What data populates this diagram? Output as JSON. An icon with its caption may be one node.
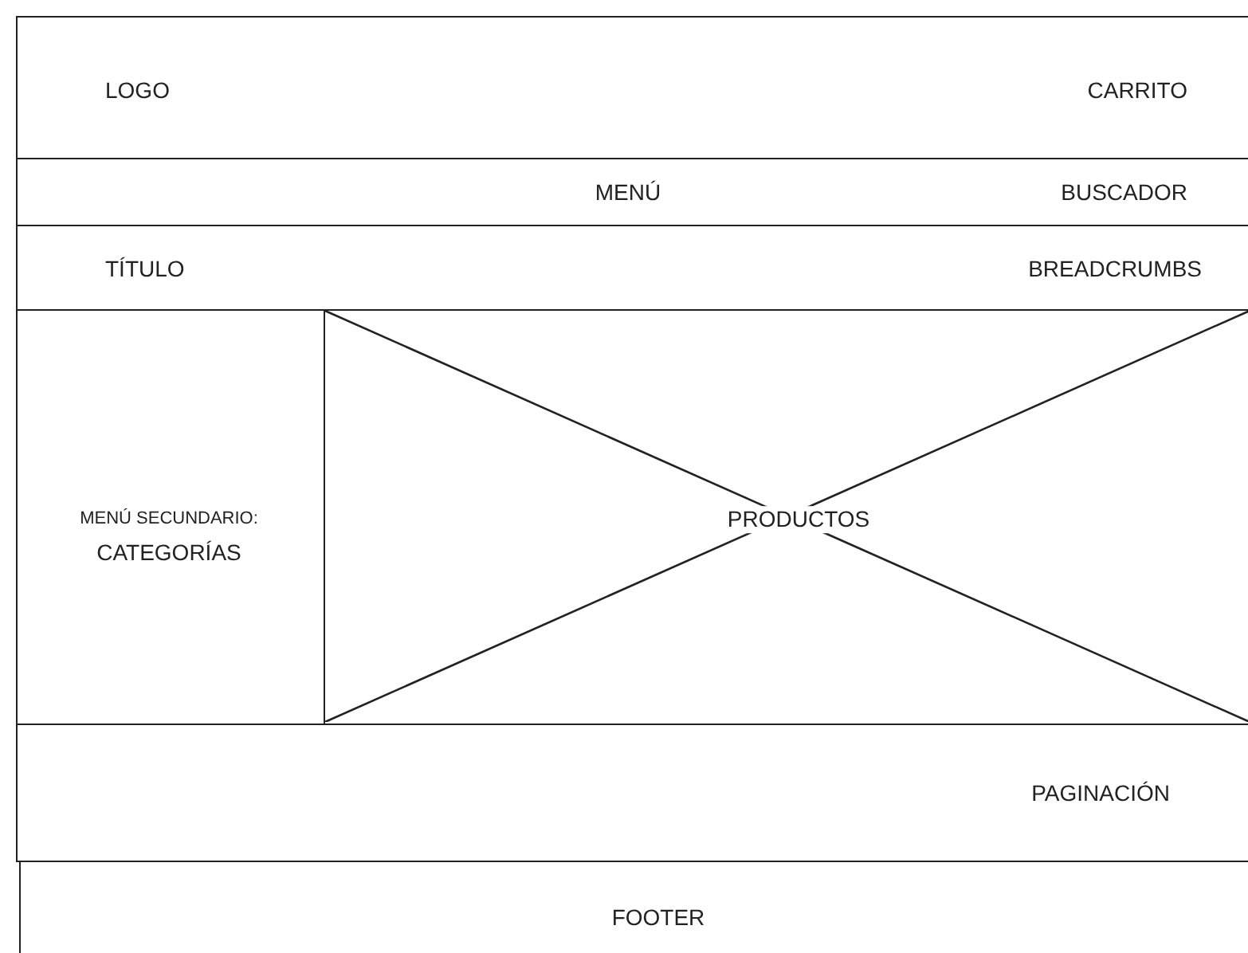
{
  "diagram": {
    "nodes": [
      {
        "text": [
          "LOGO",
          "CARRITO"
        ]
      },
      {
        "text": [
          "MENÚ",
          "BUSCADOR"
        ]
      },
      {
        "text": [
          "TÍTULO",
          "BREADCRUMBS"
        ]
      },
      {
        "text": [
          "MENÚ SECUNDARIO:",
          "CATEGORÍAS"
        ]
      },
      {
        "text": [
          "PRODUCTOS"
        ]
      },
      {
        "text": [
          "PAGINACIÓN"
        ]
      },
      {
        "text": [
          "FOOTER"
        ]
      }
    ]
  }
}
